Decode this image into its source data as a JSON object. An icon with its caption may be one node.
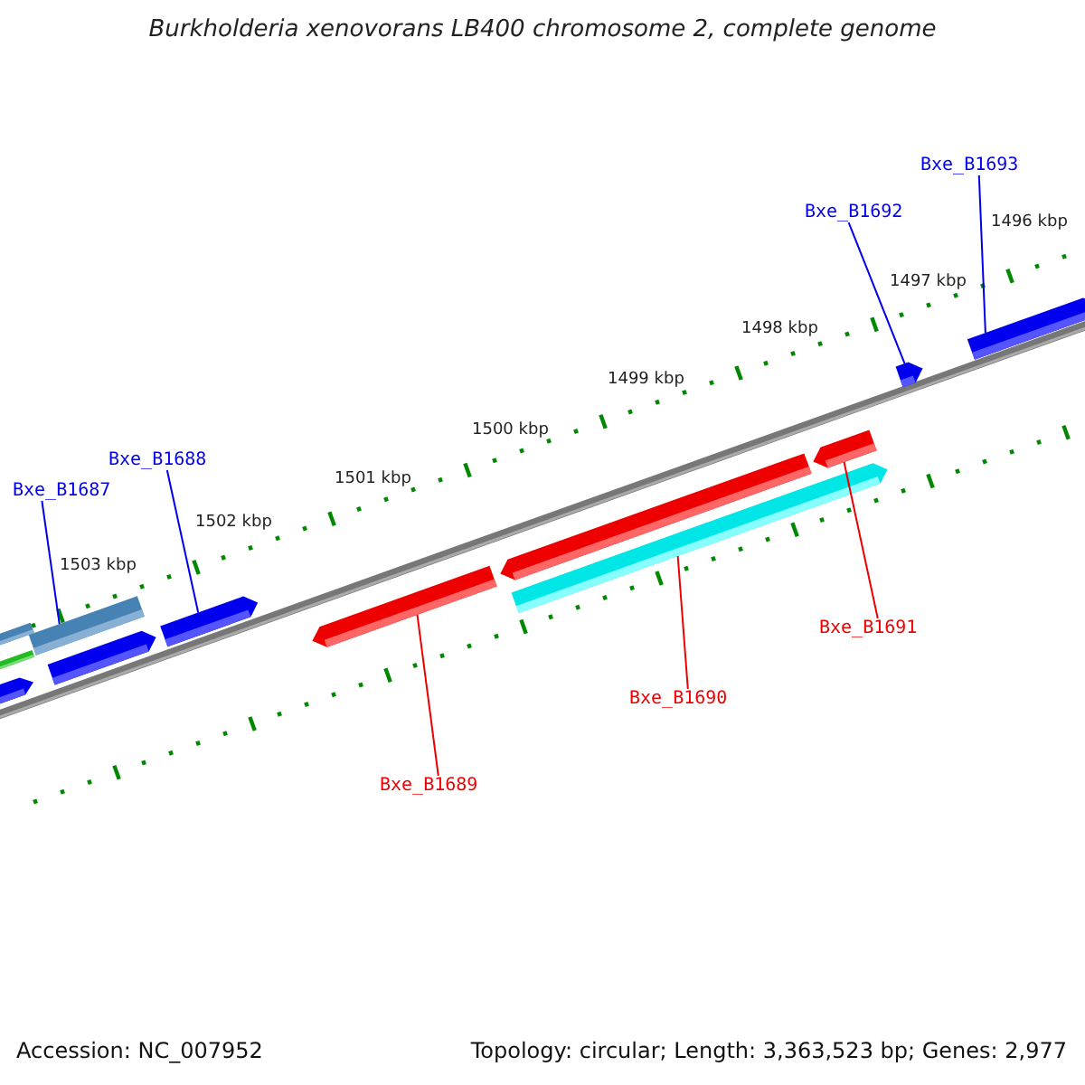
{
  "diagram": {
    "title": "Burkholderia xenovorans LB400 chromosome 2, complete genome",
    "nodes": [
      {
        "text": [
          "Bxe_B1687"
        ]
      },
      {
        "text": [
          "Bxe_B1688"
        ]
      },
      {
        "text": [
          "Bxe_B1689"
        ]
      },
      {
        "text": [
          "Bxe_B1690"
        ]
      },
      {
        "text": [
          "Bxe_B1691"
        ]
      },
      {
        "text": [
          "Bxe_B1692"
        ]
      },
      {
        "text": [
          "Bxe_B1693"
        ]
      },
      {
        "text": [],
        "shape": "arrow"
      },
      {
        "text": [],
        "shape": "arrow"
      },
      {
        "text": [],
        "shape": "arrow"
      },
      {
        "text": [],
        "shape": "arrow"
      },
      {
        "text": [],
        "shape": "arrow"
      },
      {
        "text": [],
        "shape": "arrow"
      },
      {
        "text": [],
        "shape": "arrow"
      },
      {
        "text": [],
        "shape": "arrow"
      },
      {
        "text": [],
        "shape": "arrow"
      },
      {
        "text": [],
        "shape": "arrow"
      },
      {
        "text": [],
        "shape": "arrow"
      },
      {
        "text": [],
        "shape": "arrow"
      }
    ],
    "edges": [
      {
        "from": 0,
        "to": 10,
        "arrow": "none"
      },
      {
        "from": 1,
        "to": 12,
        "arrow": "none"
      },
      {
        "from": 2,
        "to": 13,
        "arrow": "none",
        "color": "#ee0000"
      },
      {
        "from": 3,
        "to": 15,
        "arrow": "none",
        "color": "#ee0000"
      },
      {
        "from": 4,
        "to": 16,
        "arrow": "none",
        "color": "#ee0000"
      },
      {
        "from": 5,
        "to": 17,
        "arrow": "none"
      },
      {
        "from": 6,
        "to": 18,
        "arrow": "none"
      }
    ],
    "labels": [
      "1503 kbp",
      "1502 kbp",
      "1501 kbp",
      "1500 kbp",
      "1499 kbp",
      "1498 kbp",
      "1497 kbp",
      "1496 kbp",
      "Accession: NC_007952",
      "Topology: circular; Length: 3,363,523 bp; Genes: 2,977"
    ]
  }
}
